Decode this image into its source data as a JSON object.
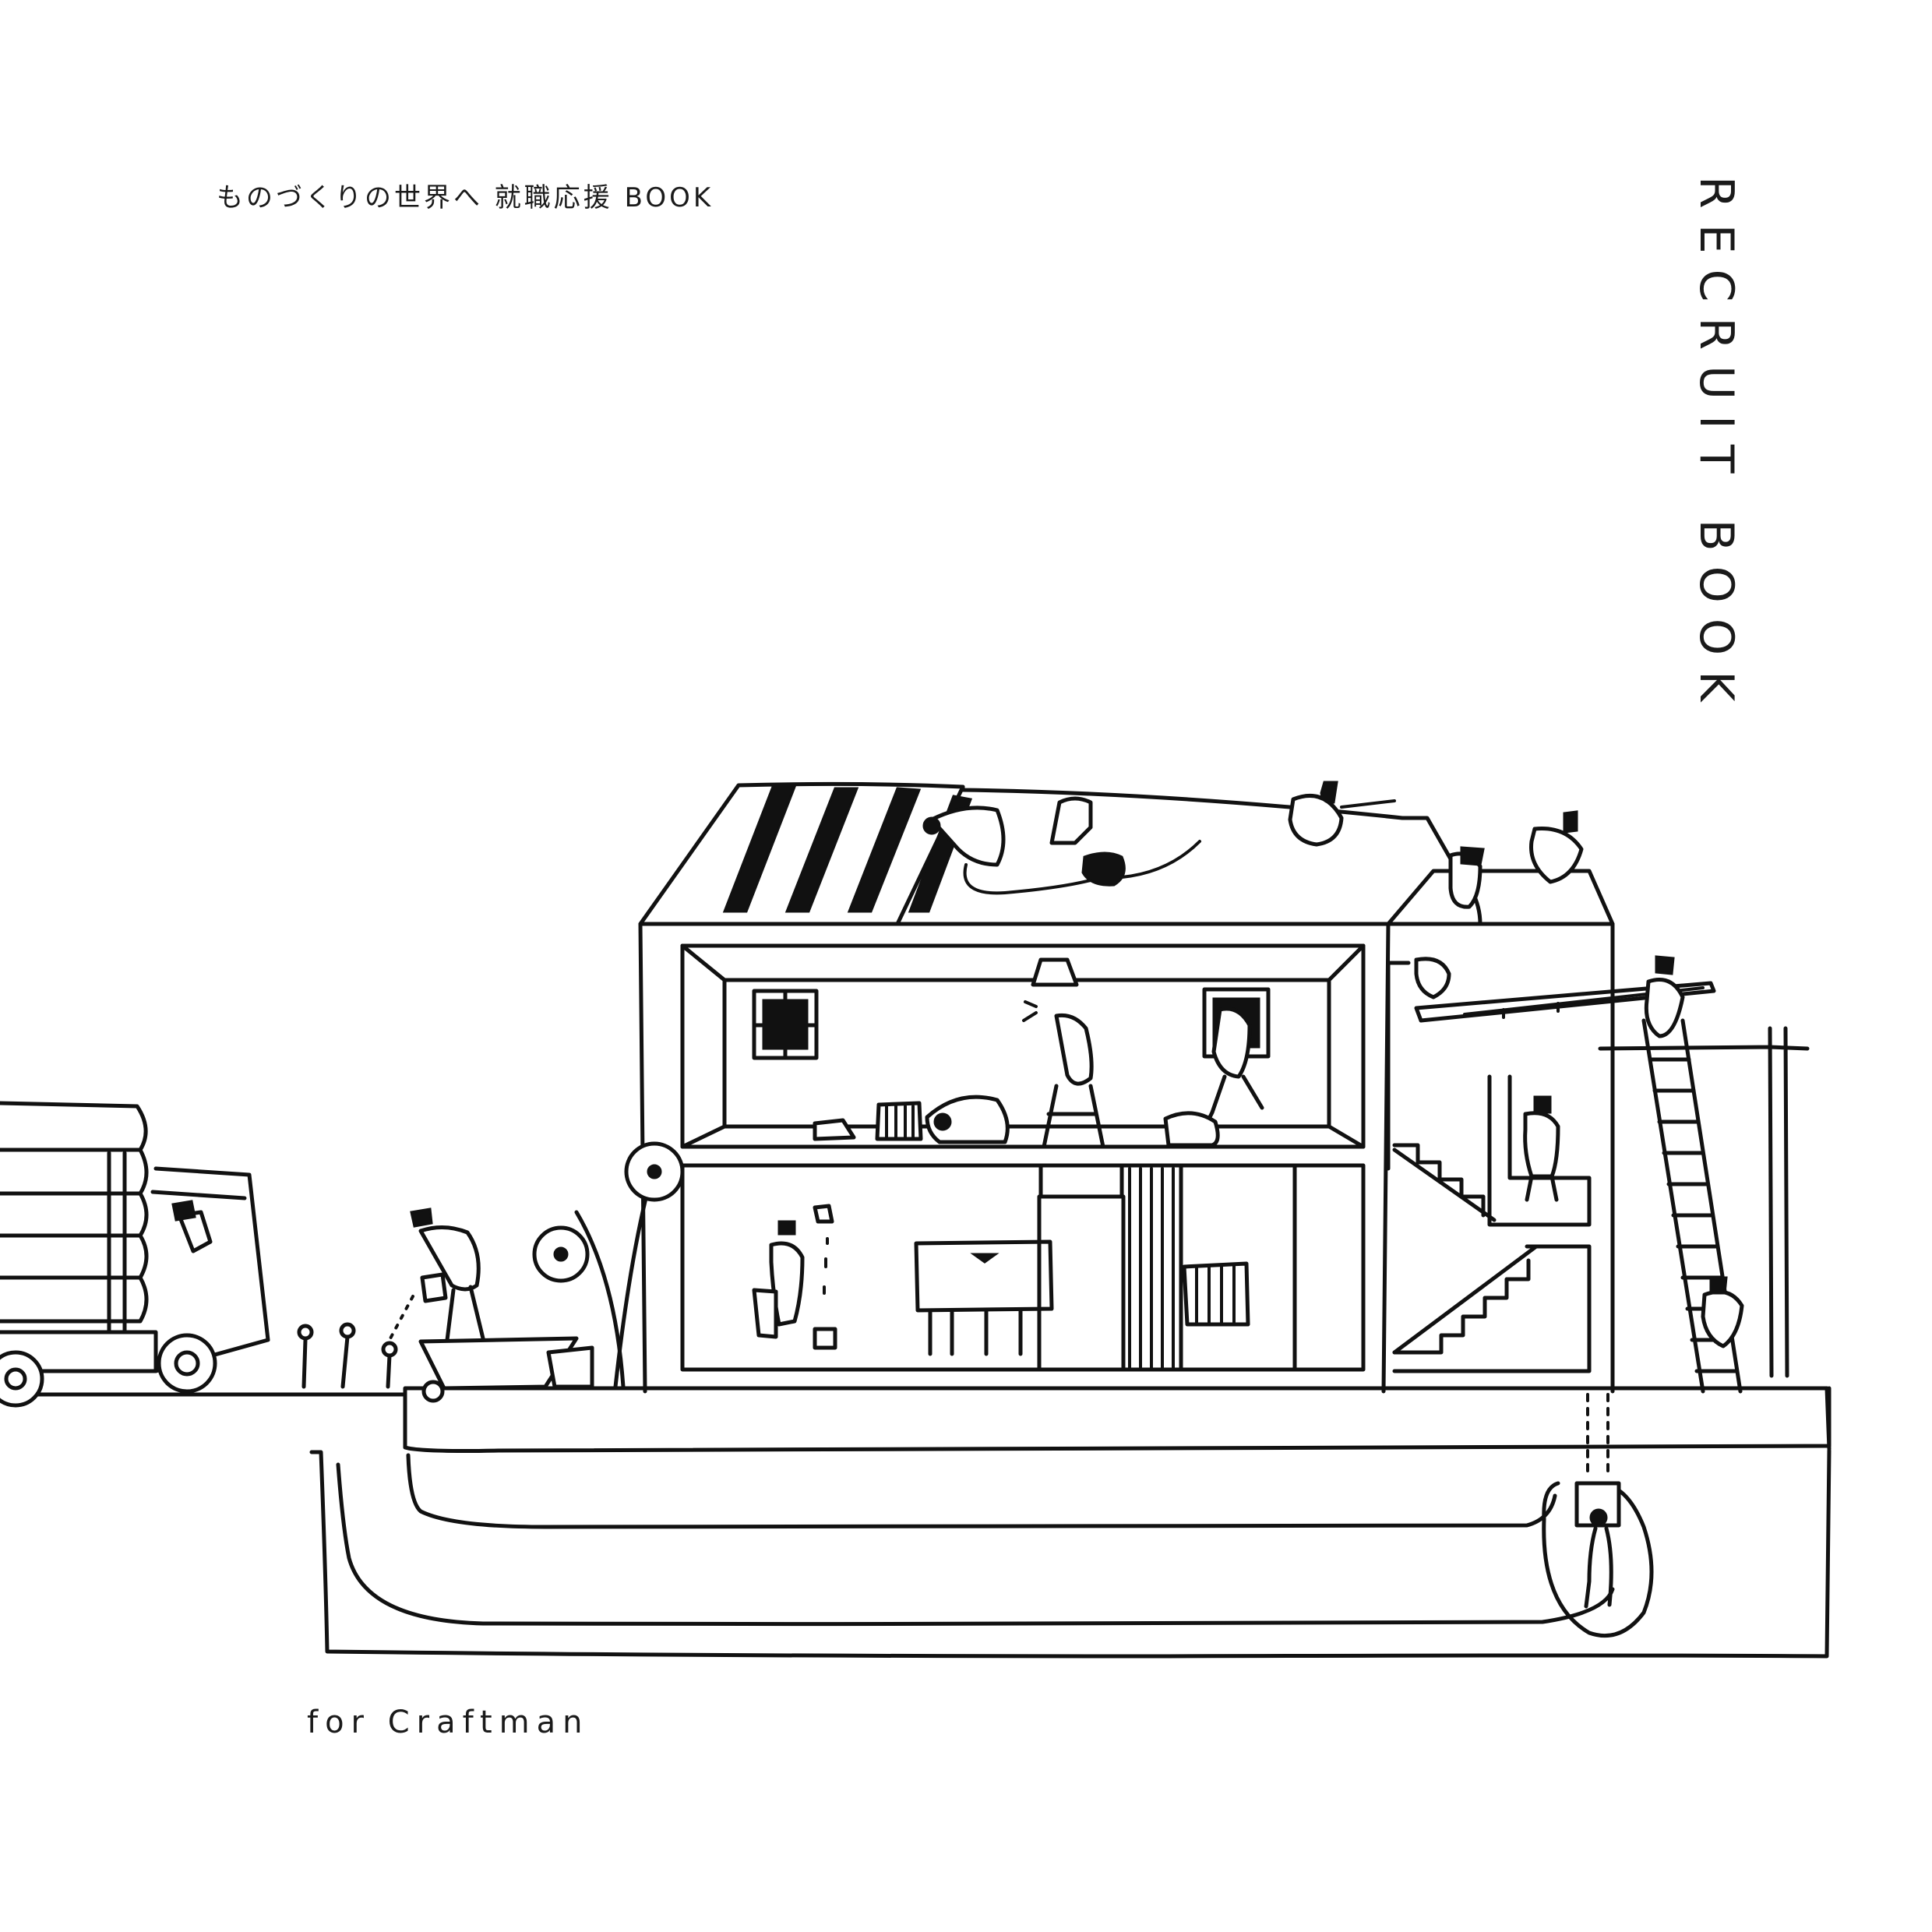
{
  "cover": {
    "subtitle": "ものづくりの世界へ 就職応援 BOOK",
    "title": "RECRUIT BOOK",
    "tagline": "for Craftman"
  },
  "colors": {
    "background": "#ffffff",
    "ink": "#111111"
  }
}
